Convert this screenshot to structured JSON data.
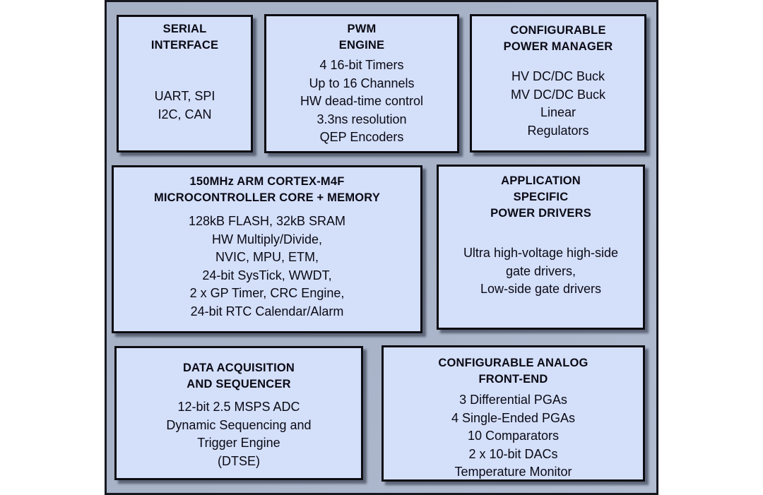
{
  "diagram": {
    "blocks": [
      {
        "id": "serial-interface",
        "title": [
          "SERIAL",
          "INTERFACE"
        ],
        "body": [
          "UART, SPI",
          "I2C, CAN"
        ]
      },
      {
        "id": "pwm-engine",
        "title": [
          "PWM",
          "ENGINE"
        ],
        "body": [
          "4 16-bit Timers",
          "Up to 16 Channels",
          "HW dead-time control",
          "3.3ns resolution",
          "QEP Encoders"
        ]
      },
      {
        "id": "configurable-power-manager",
        "title": [
          "CONFIGURABLE",
          "POWER MANAGER"
        ],
        "body": [
          "HV DC/DC Buck",
          "MV DC/DC Buck",
          "Linear",
          "Regulators"
        ]
      },
      {
        "id": "mcu-core-memory",
        "title": [
          "150MHz ARM CORTEX-M4F",
          "MICROCONTROLLER CORE + MEMORY"
        ],
        "body": [
          "128kB FLASH, 32kB SRAM",
          "HW Multiply/Divide,",
          "NVIC, MPU, ETM,",
          "24-bit SysTick, WWDT,",
          "2 x GP Timer, CRC Engine,",
          "24-bit RTC Calendar/Alarm"
        ]
      },
      {
        "id": "application-specific-power-drivers",
        "title": [
          "APPLICATION",
          "SPECIFIC",
          "POWER DRIVERS"
        ],
        "body": [
          "Ultra high-voltage high-side",
          "gate drivers,",
          "Low-side gate drivers"
        ]
      },
      {
        "id": "data-acquisition-sequencer",
        "title": [
          "DATA ACQUISITION",
          "AND SEQUENCER"
        ],
        "body": [
          "12-bit 2.5 MSPS ADC",
          "Dynamic Sequencing and",
          "Trigger Engine",
          "(DTSE)"
        ]
      },
      {
        "id": "configurable-analog-front-end",
        "title": [
          "CONFIGURABLE ANALOG",
          "FRONT-END"
        ],
        "body": [
          "3 Differential PGAs",
          "4 Single-Ended PGAs",
          "10 Comparators",
          "2 x 10-bit DACs",
          "Temperature Monitor"
        ]
      }
    ],
    "colors": {
      "panel_background": "#a9b3c8",
      "panel_border": "#171720",
      "block_background": "#d4dffa",
      "block_border": "#0c0c12",
      "block_shadow": "#3c4354",
      "text": "#0a0a14"
    }
  }
}
